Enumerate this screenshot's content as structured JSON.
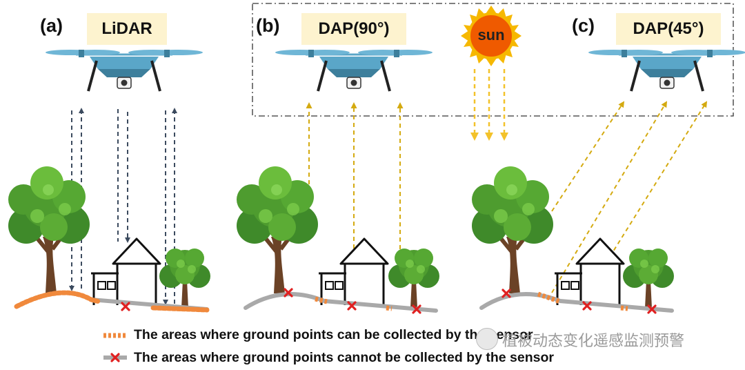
{
  "panels": [
    {
      "letter": "(a)",
      "sensor": "LiDAR"
    },
    {
      "letter": "(b)",
      "sensor": "DAP(90°)"
    },
    {
      "letter": "(c)",
      "sensor": "DAP(45°)"
    }
  ],
  "sun": {
    "label": "sun"
  },
  "legend": {
    "collected": "The areas where ground points can be collected by the sensor",
    "not_collected": "The areas where ground points cannot be collected by the sensor"
  },
  "watermark": {
    "text": "植被动态变化遥感监测预警"
  },
  "colors": {
    "lidar_arrow": "#3b4a5e",
    "dap_arrow": "#d4aa10",
    "collected_ground": "#f0893c",
    "uncollected_ground": "#a9a9a9",
    "cross_marker": "#e02020",
    "sensor_label_bg": "#fdf3cf",
    "drone_body": "#5aa6c8",
    "sun_core": "#ef5a00",
    "sun_rays": "#f6b800"
  },
  "icons": [
    "drone-icon",
    "camera-icon",
    "sun-icon",
    "tree-icon",
    "house-icon",
    "cross-marker-icon",
    "wechat-icon"
  ]
}
